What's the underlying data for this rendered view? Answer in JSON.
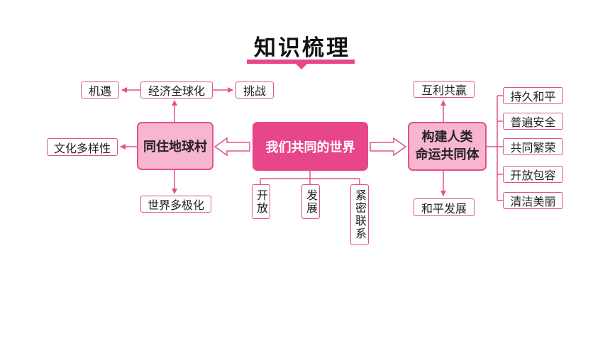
{
  "title": "知识梳理",
  "center": "我们共同的世界",
  "left_main": "同住地球村",
  "left_top": "经济全球化",
  "left_top_left": "机遇",
  "left_top_right": "挑战",
  "left_side": "文化多样性",
  "left_bottom": "世界多极化",
  "right_main_line1": "构建人类",
  "right_main_line2": "命运共同体",
  "right_top": "互利共赢",
  "right_bottom": "和平发展",
  "right_items": [
    "持久和平",
    "普遍安全",
    "共同繁荣",
    "开放包容",
    "清洁美丽"
  ],
  "center_branches": [
    "开放",
    "发展",
    "紧密联系"
  ],
  "colors": {
    "accent": "#e8468a",
    "light_fill": "#f8b5d0",
    "border": "#e0528e"
  }
}
